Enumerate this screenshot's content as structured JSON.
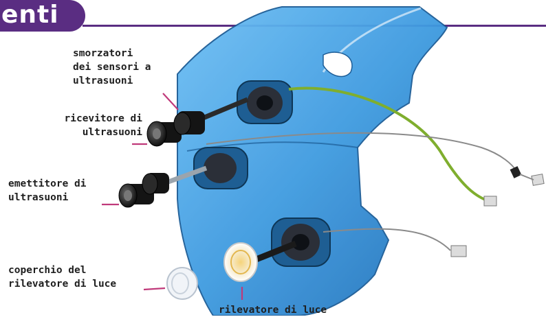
{
  "title": "enti",
  "labels": {
    "smorzatori": "smorzatori\ndei sensori a\nultrasuoni",
    "ricevitore": "ricevitore di\nultrasuoni",
    "emettitore": "emettitore di\nultrasuoni",
    "coperchio": "coperchio del\nrilevatore di luce",
    "rilevatore": "rilevatore di luce"
  },
  "colors": {
    "brand_purple": "#5a2d82",
    "shell_blue": "#3f9be0",
    "leader_magenta": "#c0397a",
    "wire_green": "#7fae2e",
    "wire_grey": "#8a8a8a"
  }
}
